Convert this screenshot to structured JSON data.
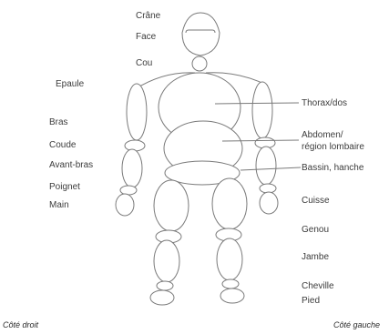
{
  "colors": {
    "stroke": "#7a7a7a",
    "text": "#3c3c3c",
    "background": "#ffffff"
  },
  "labels": {
    "crane": "Crâne",
    "face": "Face",
    "cou": "Cou",
    "epaule": "Epaule",
    "bras": "Bras",
    "coude": "Coude",
    "avant_bras": "Avant-bras",
    "poignet": "Poignet",
    "main": "Main",
    "thorax": "Thorax/dos",
    "abdomen_1": "Abdomen/",
    "abdomen_2": "région lombaire",
    "bassin": "Bassin, hanche",
    "cuisse": "Cuisse",
    "genou": "Genou",
    "jambe": "Jambe",
    "cheville": "Cheville",
    "pied": "Pied"
  },
  "footer": {
    "left": "Côté droit",
    "right": "Côté gauche"
  }
}
